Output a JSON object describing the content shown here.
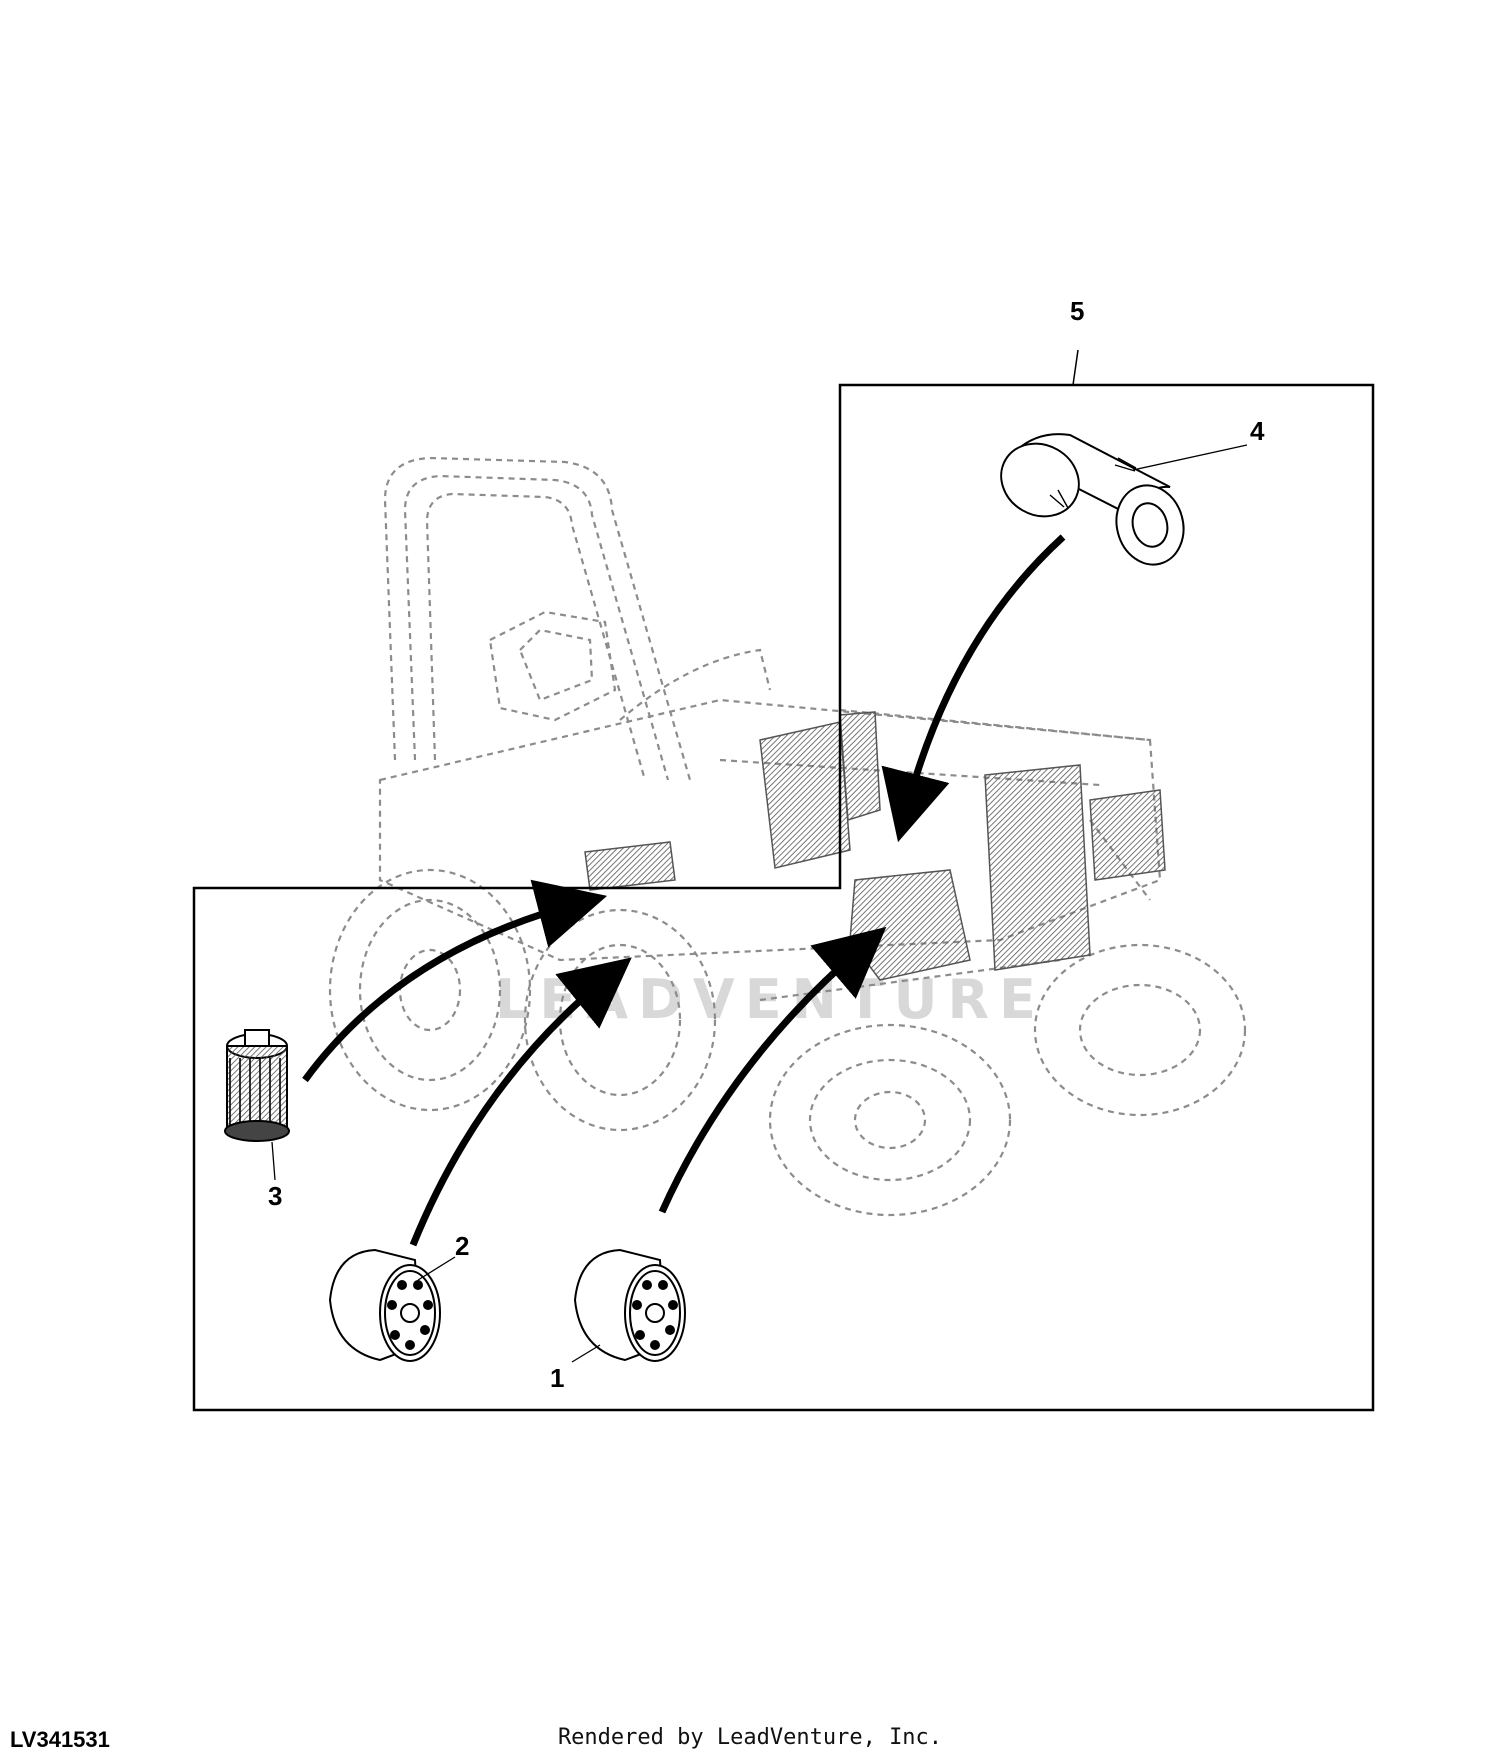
{
  "figure": {
    "id": "LV341531",
    "credit": "Rendered by LeadVenture, Inc.",
    "watermark": "LEADVENTURE"
  },
  "callouts": [
    {
      "number": "1",
      "part": "oil-filter"
    },
    {
      "number": "2",
      "part": "oil-filter"
    },
    {
      "number": "3",
      "part": "hydraulic-filter-element"
    },
    {
      "number": "4",
      "part": "air-filter-element"
    },
    {
      "number": "5",
      "part": "kit-bracket"
    }
  ],
  "colors": {
    "line": "#000000",
    "ghost": "#9a9a9a",
    "watermark": "#d8d8d8"
  }
}
